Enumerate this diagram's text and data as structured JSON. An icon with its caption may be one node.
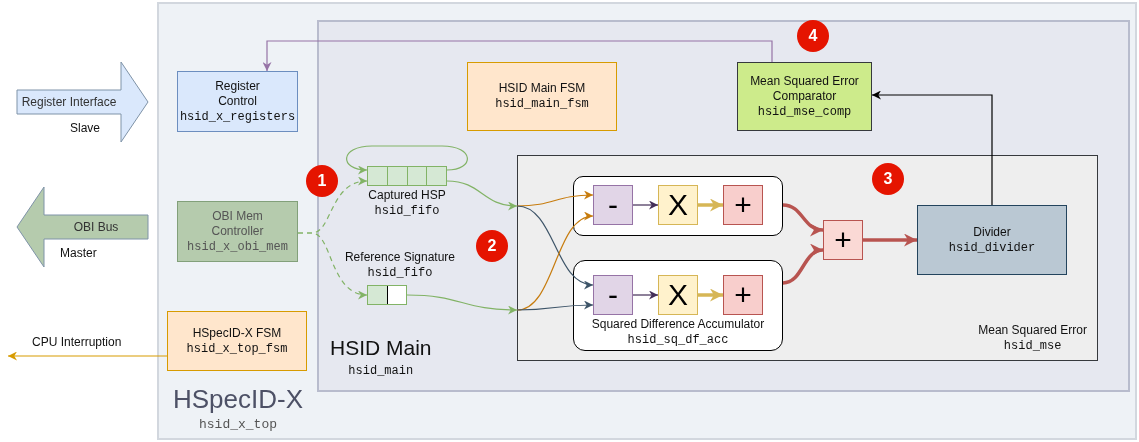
{
  "diagram": {
    "nodes": [
      {
        "text": [
          "HSpecID-X",
          "hsid_x_top"
        ]
      },
      {
        "text": [
          "HSID Main",
          "hsid_main"
        ],
        "in": 0
      },
      {
        "text": [
          "Register Control",
          "hsid_x_registers"
        ],
        "in": 0
      },
      {
        "text": [
          "OBI Mem Controller",
          "hsid_x_obi_mem"
        ],
        "in": 0
      },
      {
        "text": [
          "HSpecID-X FSM",
          "hsid_x_top_fsm"
        ],
        "in": 0
      },
      {
        "text": [
          "HSID Main FSM",
          "hsid_main_fsm"
        ],
        "in": 1
      },
      {
        "text": [
          "Mean Squared Error Comparator",
          "hsid_mse_comp"
        ],
        "in": 1
      },
      {
        "text": [
          "Captured HSP",
          "hsid_fifo"
        ],
        "in": 1
      },
      {
        "text": [
          "Reference Signature",
          "hsid_fifo"
        ],
        "in": 1
      },
      {
        "text": [
          "Mean Squared Error",
          "hsid_mse"
        ],
        "in": 1
      },
      {
        "text": [],
        "shape": "box",
        "in": 9
      },
      {
        "text": [
          "-"
        ],
        "in": 10
      },
      {
        "text": [
          "X"
        ],
        "in": 10
      },
      {
        "text": [
          "+"
        ],
        "in": 10
      },
      {
        "text": [
          "Squared Difference Accumulator",
          "hsid_sq_df_acc"
        ],
        "in": 9
      },
      {
        "text": [
          "-"
        ],
        "in": 14
      },
      {
        "text": [
          "X"
        ],
        "in": 14
      },
      {
        "text": [
          "+"
        ],
        "in": 14
      },
      {
        "text": [
          "+"
        ],
        "in": 9
      },
      {
        "text": [
          "Divider",
          "hsid_divider"
        ],
        "in": 9
      },
      {
        "text": [
          "1"
        ],
        "in": 0
      },
      {
        "text": [
          "2"
        ],
        "in": 1
      },
      {
        "text": [
          "3"
        ],
        "in": 9
      },
      {
        "text": [
          "4"
        ],
        "in": 1
      }
    ],
    "edges": [
      {
        "from": 6,
        "to": 2,
        "arrow": "to",
        "color": "#9673a6"
      },
      {
        "from": 19,
        "to": 6,
        "arrow": "to",
        "color": "#000000"
      },
      {
        "from": 3,
        "to": 7,
        "arrow": "to",
        "style": "dashed",
        "color": "#82b366"
      },
      {
        "from": 3,
        "to": 8,
        "arrow": "to",
        "style": "dashed",
        "color": "#82b366"
      },
      {
        "from": 7,
        "to": 7,
        "arrow": "to",
        "color": "#82b366"
      },
      {
        "from": 7,
        "to": 9,
        "arrow": "to",
        "color": "#82b366"
      },
      {
        "from": 8,
        "to": 9,
        "arrow": "to",
        "color": "#82b366"
      },
      {
        "from": 9,
        "to": 11,
        "arrow": "to",
        "color": "#c77c0e"
      },
      {
        "from": 9,
        "to": 15,
        "arrow": "to",
        "color": "#3d5468"
      },
      {
        "from": 9,
        "to": 11,
        "arrow": "to",
        "color": "#c77c0e"
      },
      {
        "from": 9,
        "to": 15,
        "arrow": "to",
        "color": "#3d5468"
      },
      {
        "from": 11,
        "to": 12,
        "arrow": "to",
        "color": "#432d57"
      },
      {
        "from": 12,
        "to": 13,
        "arrow": "to",
        "style": "thick",
        "color": "#d6b656"
      },
      {
        "from": 15,
        "to": 16,
        "arrow": "to",
        "color": "#432d57"
      },
      {
        "from": 16,
        "to": 17,
        "arrow": "to",
        "style": "thick",
        "color": "#d6b656"
      },
      {
        "from": 10,
        "to": 18,
        "arrow": "to",
        "style": "thick",
        "color": "#b85450"
      },
      {
        "from": 14,
        "to": 18,
        "arrow": "to",
        "style": "thick",
        "color": "#b85450"
      },
      {
        "from": 18,
        "to": 19,
        "arrow": "to",
        "style": "thick",
        "color": "#b85450"
      },
      {
        "from": 4,
        "to": null,
        "arrow": "to",
        "label": "CPU Interruption",
        "color": "#d79b00"
      },
      {
        "from": null,
        "to": 2,
        "arrow": "to",
        "label": "Register Interface",
        "style": "thick",
        "color": "#dae8fc"
      },
      {
        "from": 3,
        "to": null,
        "arrow": "to",
        "label": "OBI Bus",
        "style": "thick",
        "color": "#b5cbad"
      }
    ],
    "labels": [
      "Slave",
      "Master"
    ]
  }
}
